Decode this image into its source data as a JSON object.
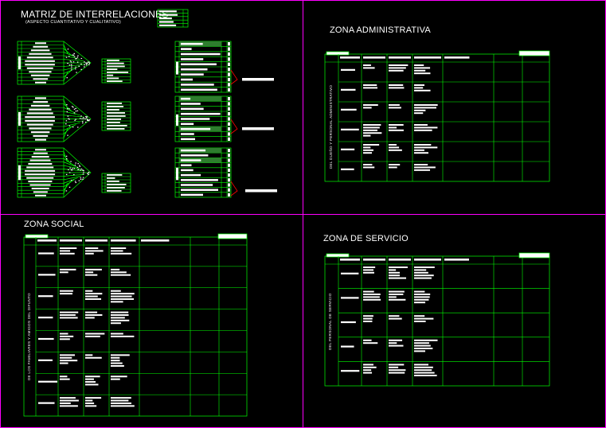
{
  "sheet": {
    "title": "MATRIZ DE INTERRELACIONES",
    "subtitle": "(ASPECTO CUANTITATIVO Y CUALITATIVO)"
  },
  "zones": {
    "administrativa": {
      "title": "ZONA ADMINISTRATIVA",
      "side_label": "DEL DUEÑO Y PERSONAL ADMINISTRATIVO"
    },
    "social": {
      "title": "ZONA SOCIAL",
      "side_label": "DE LOS FAMILIARES Y AMIGOS DEL DIFUNTO"
    },
    "servicio": {
      "title": "ZONA DE SERVICIO",
      "side_label": "DEL PERSONAL DE SERVICIO"
    }
  },
  "colors": {
    "background": "#000000",
    "frame": "#ff00ff",
    "grid": "#00ff00",
    "text": "#ffffff",
    "accent": "#ff0000",
    "fill": "#2e7d2e"
  }
}
